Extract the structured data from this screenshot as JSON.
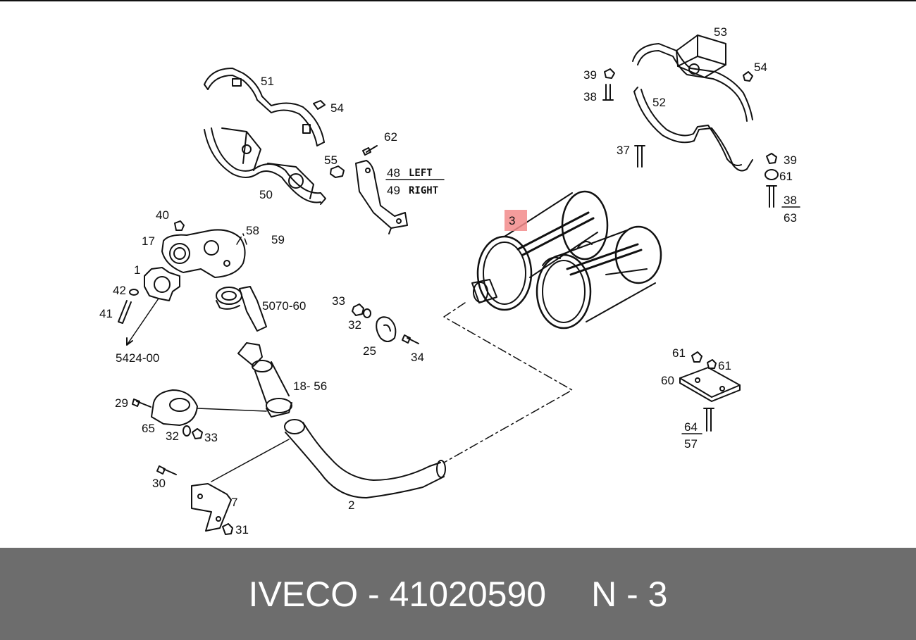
{
  "footer": {
    "brand": "IVECO",
    "separator": "-",
    "part_number": "41020590",
    "position_ref": "N - 3"
  },
  "highlight_label": "3",
  "labels": {
    "l51": "51",
    "l54a": "54",
    "l50": "50",
    "l55": "55",
    "l62": "62",
    "l48": "48",
    "l49": "49",
    "left": "LEFT",
    "right": "RIGHT",
    "l40": "40",
    "l17": "17",
    "l58": "58",
    "l59": "59",
    "l1": "1",
    "l42": "42",
    "l41": "41",
    "l5424": "5424-00",
    "l5070": "5070-60",
    "l33a": "33",
    "l32a": "32",
    "l25": "25",
    "l34": "34",
    "l18_56": "18- 56",
    "l29": "29",
    "l65": "65",
    "l32b": "32",
    "l33b": "33",
    "l30": "30",
    "l7": "7",
    "l31": "31",
    "l2": "2",
    "l53": "53",
    "l39a": "39",
    "l38a": "38",
    "l54b": "54",
    "l52": "52",
    "l37": "37",
    "l39b": "39",
    "l61a": "61",
    "l38b": "38",
    "l63": "63",
    "l61b": "61",
    "l61c": "61",
    "l60": "60",
    "l64": "64",
    "l57": "57"
  },
  "colors": {
    "footer_bg": "#6d6d6d",
    "highlight": "#f28b8b",
    "line": "#111111"
  }
}
